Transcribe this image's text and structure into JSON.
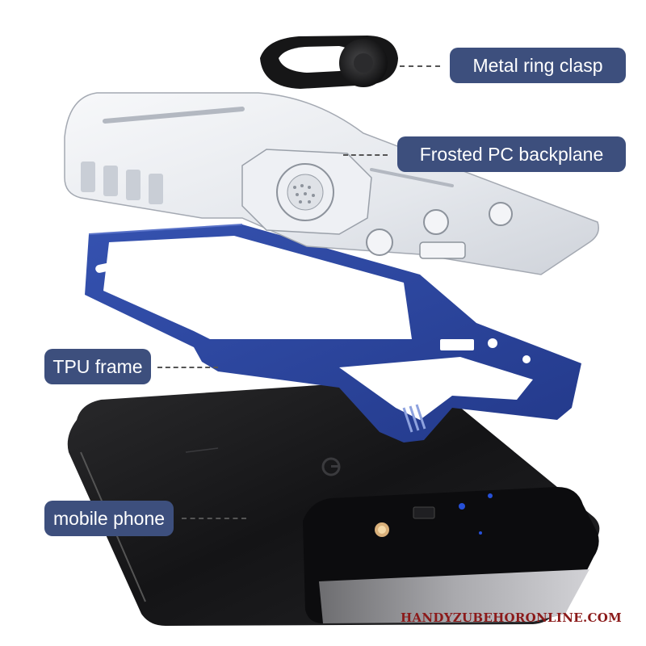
{
  "labels": {
    "ring_clasp": "Metal ring clasp",
    "backplane": "Frosted PC backplane",
    "tpu_frame": "TPU frame",
    "mobile_phone": "mobile phone"
  },
  "watermark": "HANDYZUBEHORONLINE.COM",
  "colors": {
    "label_bg": "#3d4f7d",
    "frame_blue": "#2f4aa0",
    "phone_black": "#1c1c1e",
    "camera_bar_gray": "#8a8a8e"
  }
}
